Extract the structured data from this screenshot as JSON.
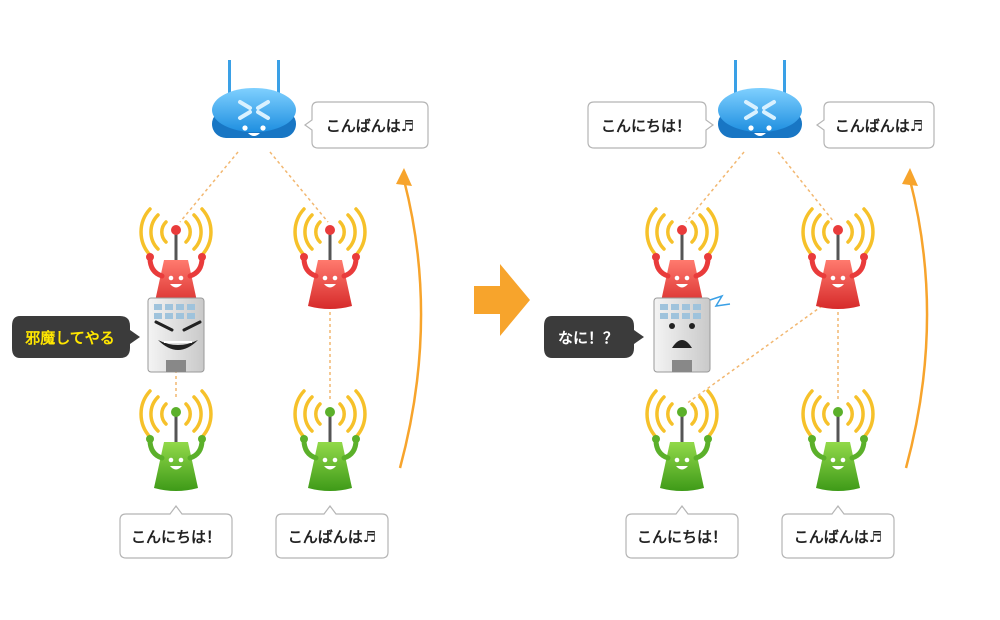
{
  "colors": {
    "accent_arrow": "#f7a42c",
    "link_line": "#f2b770",
    "router": "#3aa0e6",
    "repeater": "#e93b3b",
    "client": "#5bb02a",
    "wave": "#f6c12a",
    "dark_bubble": "#3b3b3b",
    "highlight_text": "#ffe600"
  },
  "before": {
    "router_bubble": "こんばんは♬",
    "interferer_bubble": "邪魔してやる",
    "client_left_bubble": "こんにちは！",
    "client_right_bubble": "こんばんは♬"
  },
  "after": {
    "router_left_bubble": "こんにちは！",
    "router_right_bubble": "こんばんは♬",
    "interferer_bubble": "なに！？",
    "client_left_bubble": "こんにちは！",
    "client_right_bubble": "こんばんは♬"
  }
}
